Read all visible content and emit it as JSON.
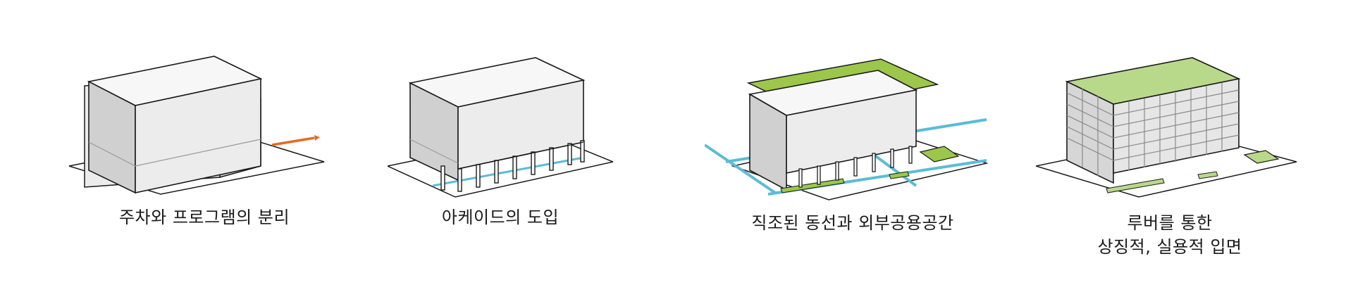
{
  "captions": [
    {
      "lines": [
        "주차와 프로그램의 분리"
      ]
    },
    {
      "lines": [
        "아케이드의 도입"
      ]
    },
    {
      "lines": [
        "직조된 동선과 외부공용공간"
      ]
    },
    {
      "lines": [
        "루버를 통한",
        "상징적, 실용적 입면"
      ]
    }
  ],
  "colors": {
    "orange_accent": "#e46a25",
    "blue_path": "#5bbcd6",
    "green_roof": "#9cc74a",
    "green_light": "#b9d98a",
    "box_front": "#ececec",
    "box_side": "#cfcfcf",
    "outline": "#1a1a1a"
  },
  "icons": [
    "parking-program-separation-diagram",
    "arcade-diagram",
    "woven-circulation-diagram",
    "louver-facade-diagram"
  ]
}
